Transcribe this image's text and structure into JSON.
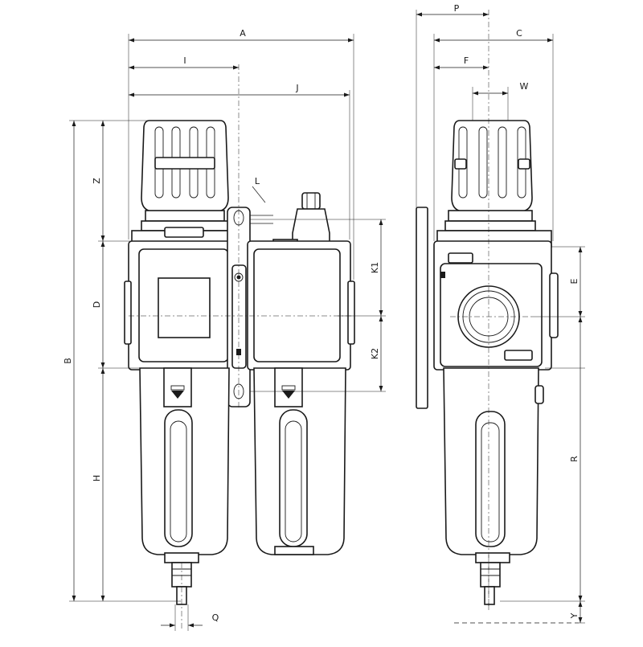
{
  "dimension_labels": {
    "A": "A",
    "B": "B",
    "C": "C",
    "D": "D",
    "E": "E",
    "F": "F",
    "H": "H",
    "I": "I",
    "J": "J",
    "K1": "K1",
    "K2": "K2",
    "L": "L",
    "P": "P",
    "Q": "Q",
    "R": "R",
    "W": "W",
    "Y": "Y",
    "Z": "Z"
  }
}
